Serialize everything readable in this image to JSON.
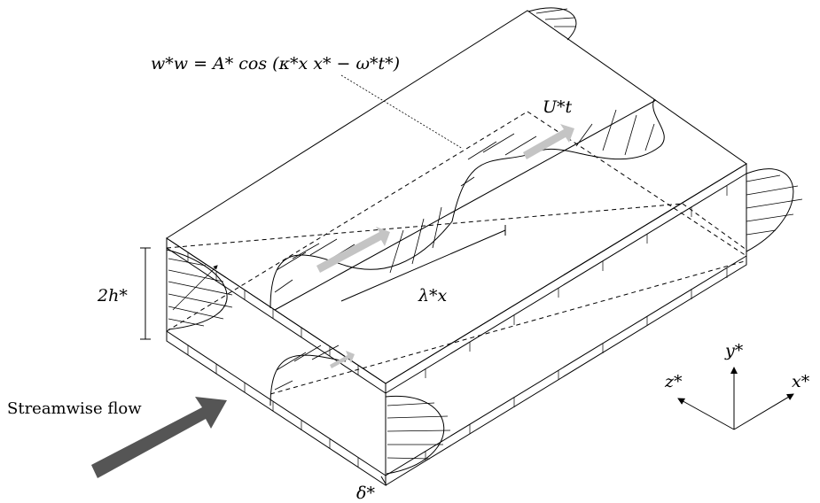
{
  "labels": {
    "wall_wave": "w*w = A* cos (κ*x x* − ω*t*)",
    "translation_speed": "U*t",
    "wavelength": "λ*x",
    "channel_height": "2h*",
    "wall_thickness": "δ*",
    "flow_label": "Streamwise flow",
    "axis_y": "y*",
    "axis_z": "z*",
    "axis_x": "x*"
  },
  "colors": {
    "arrow_light": "#c4c4c4",
    "arrow_dark": "#555555",
    "line": "#000000"
  }
}
